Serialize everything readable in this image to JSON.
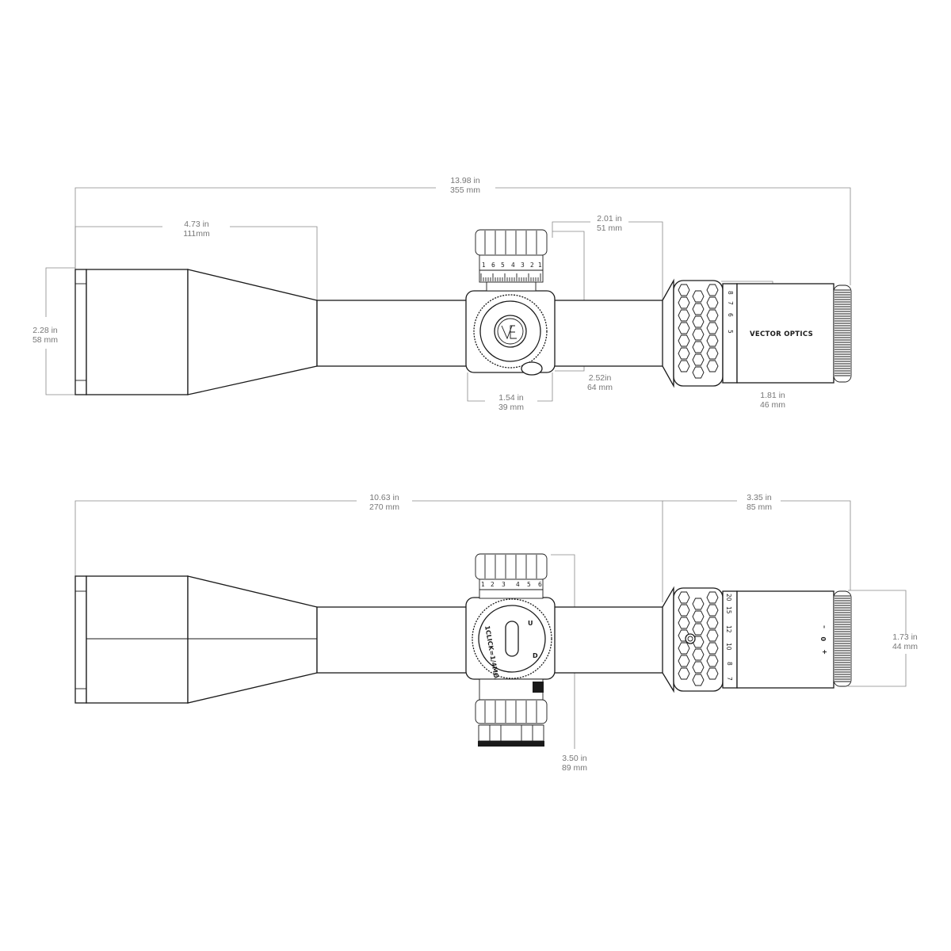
{
  "top_view": {
    "overall_length": {
      "in": "13.98 in",
      "mm": "355 mm"
    },
    "objective_section": {
      "in": "4.73 in",
      "mm": "111mm"
    },
    "objective_diameter": {
      "in": "2.28 in",
      "mm": "58 mm"
    },
    "turret_width": {
      "in": "1.54 in",
      "mm": "39 mm"
    },
    "turret_to_eyepiece": {
      "in": "2.01 in",
      "mm": "51 mm"
    },
    "turret_height": {
      "in": "2.52in",
      "mm": "64 mm"
    },
    "eyepiece_diameter": {
      "in": "1.81 in",
      "mm": "46 mm"
    },
    "brand_logo": "VECTOR OPTICS",
    "elevation_scale": [
      "1",
      "6",
      "5",
      "4",
      "3",
      "2",
      "1"
    ],
    "magnification_marks": [
      "8",
      "7",
      "6",
      "5"
    ]
  },
  "bottom_view": {
    "objective_to_eyepiece": {
      "in": "10.63 in",
      "mm": "270 mm"
    },
    "eyepiece_length": {
      "in": "3.35 in",
      "mm": "85 mm"
    },
    "eyepiece_diameter": {
      "in": "1.73 in",
      "mm": "44 mm"
    },
    "turret_span": {
      "in": "3.50 in",
      "mm": "89 mm"
    },
    "windage_scale": [
      "1",
      "2",
      "3",
      "4",
      "5",
      "6"
    ],
    "dial_text": "1CLICK=1/4MOA",
    "dial_up": "U",
    "dial_down": "D",
    "magnification_marks": [
      "20",
      "15",
      "12",
      "10",
      "8",
      "7"
    ],
    "diopter_marks": [
      "+",
      "0",
      "–"
    ]
  },
  "colors": {
    "line": "#1a1a1a",
    "dimension": "#777777"
  }
}
